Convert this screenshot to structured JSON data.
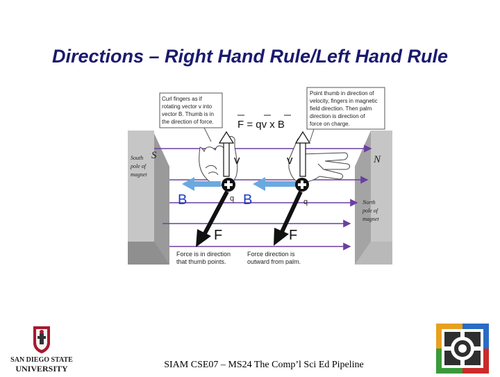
{
  "slide": {
    "title": "Directions – Right Hand Rule/Left Hand Rule",
    "footer": "SIAM CSE07 – MS24 The Comp’l Sci Ed Pipeline"
  },
  "figure": {
    "callout_left": [
      "Curl fingers as if",
      "rotating vector v into",
      "vector B. Thumb is in",
      "the direction of force."
    ],
    "callout_right": [
      "Point thumb in direction of",
      "velocity, fingers in magnetic",
      "field direction. Then palm",
      "direction is direction of",
      "force on charge."
    ],
    "formula": "F = qv x B",
    "south_label": "S",
    "south_desc": [
      "South",
      "pole of",
      "magnet"
    ],
    "north_label": "N",
    "north_desc": [
      "North",
      "pole of",
      "magnet"
    ],
    "left_hand": {
      "v": "v",
      "B": "B",
      "q": "q",
      "F": "F"
    },
    "right_hand": {
      "v": "v",
      "B": "B",
      "q": "q",
      "F": "F"
    },
    "caption_left": [
      "Force is in direction",
      "that thumb points."
    ],
    "caption_right": [
      "Force direction is",
      "outward from palm."
    ],
    "colors": {
      "field_lines": "#6b3fa0",
      "B_arrow": "#6aa9e0",
      "magnet": "#b8b8b8"
    }
  },
  "logos": {
    "university_line1": "SAN DIEGO STATE",
    "university_line2": "UNIVERSITY"
  }
}
